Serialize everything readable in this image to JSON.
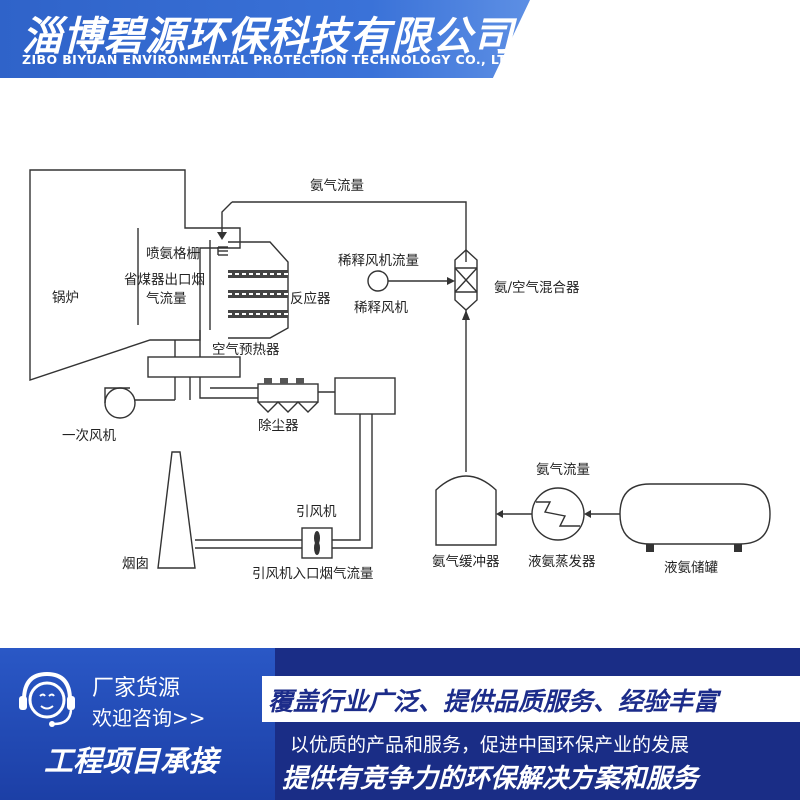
{
  "header": {
    "company_name": "淄博碧源环保科技有限公司",
    "company_name_en": "ZIBO BIYUAN ENVIRONMENTAL PROTECTION TECHNOLOGY CO., LTD."
  },
  "diagram": {
    "labels": {
      "boiler": "锅炉",
      "ammonia_grid": "喷氨格栅",
      "economizer_flow": "省煤器出口烟",
      "economizer_flow_2": "气流量",
      "reactor": "反应器",
      "air_preheater": "空气预热器",
      "primary_fan": "一次风机",
      "dust_collector": "除尘器",
      "ammonia_flow_top": "氨气流量",
      "dilution_fan_flow": "稀释风机流量",
      "dilution_fan": "稀释风机",
      "mixer": "氨/空气混合器",
      "ammonia_flow_right": "氨气流量",
      "induced_fan": "引风机",
      "chimney": "烟囱",
      "induced_fan_inlet_flow": "引风机入口烟气流量",
      "ammonia_buffer": "氨气缓冲器",
      "evaporator": "液氨蒸发器",
      "storage_tank": "液氨储罐"
    }
  },
  "footer": {
    "contact_line1": "厂家货源",
    "contact_line2": "欢迎咨询>>",
    "heading": "工程项目承接",
    "slogan": "覆盖行业广泛、提供品质服务、经验丰富",
    "line1": "以优质的产品和服务，促进中国环保产业的发展",
    "line2": "提供有竞争力的环保解决方案和服务"
  },
  "colors": {
    "brand_blue": "#2f63c9",
    "footer_navy": "#1a2d86",
    "slogan_text": "#1c2c8a"
  },
  "icons": [
    "headset-agent-icon",
    "fan-icon",
    "heat-exchanger-icon",
    "mixer-icon"
  ]
}
